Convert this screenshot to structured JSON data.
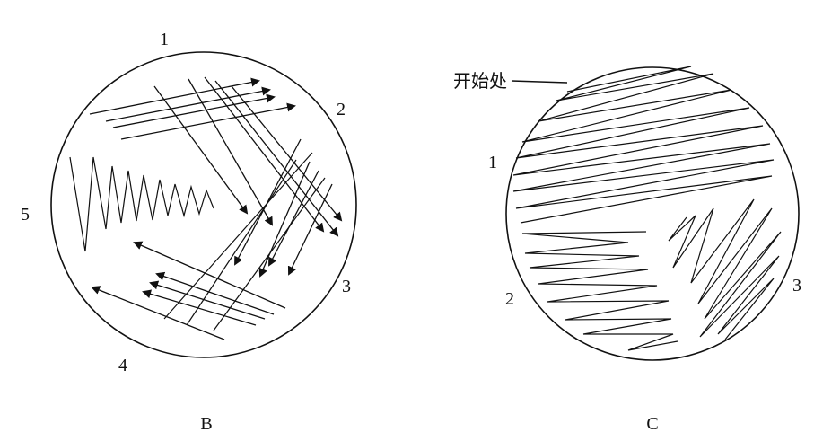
{
  "diagram_b": {
    "caption": "B",
    "region_labels": [
      "1",
      "2",
      "3",
      "4",
      "5"
    ]
  },
  "diagram_c": {
    "caption": "C",
    "start_label": "开始处",
    "region_labels": [
      "1",
      "2",
      "3"
    ]
  },
  "ink_color": "#111111"
}
